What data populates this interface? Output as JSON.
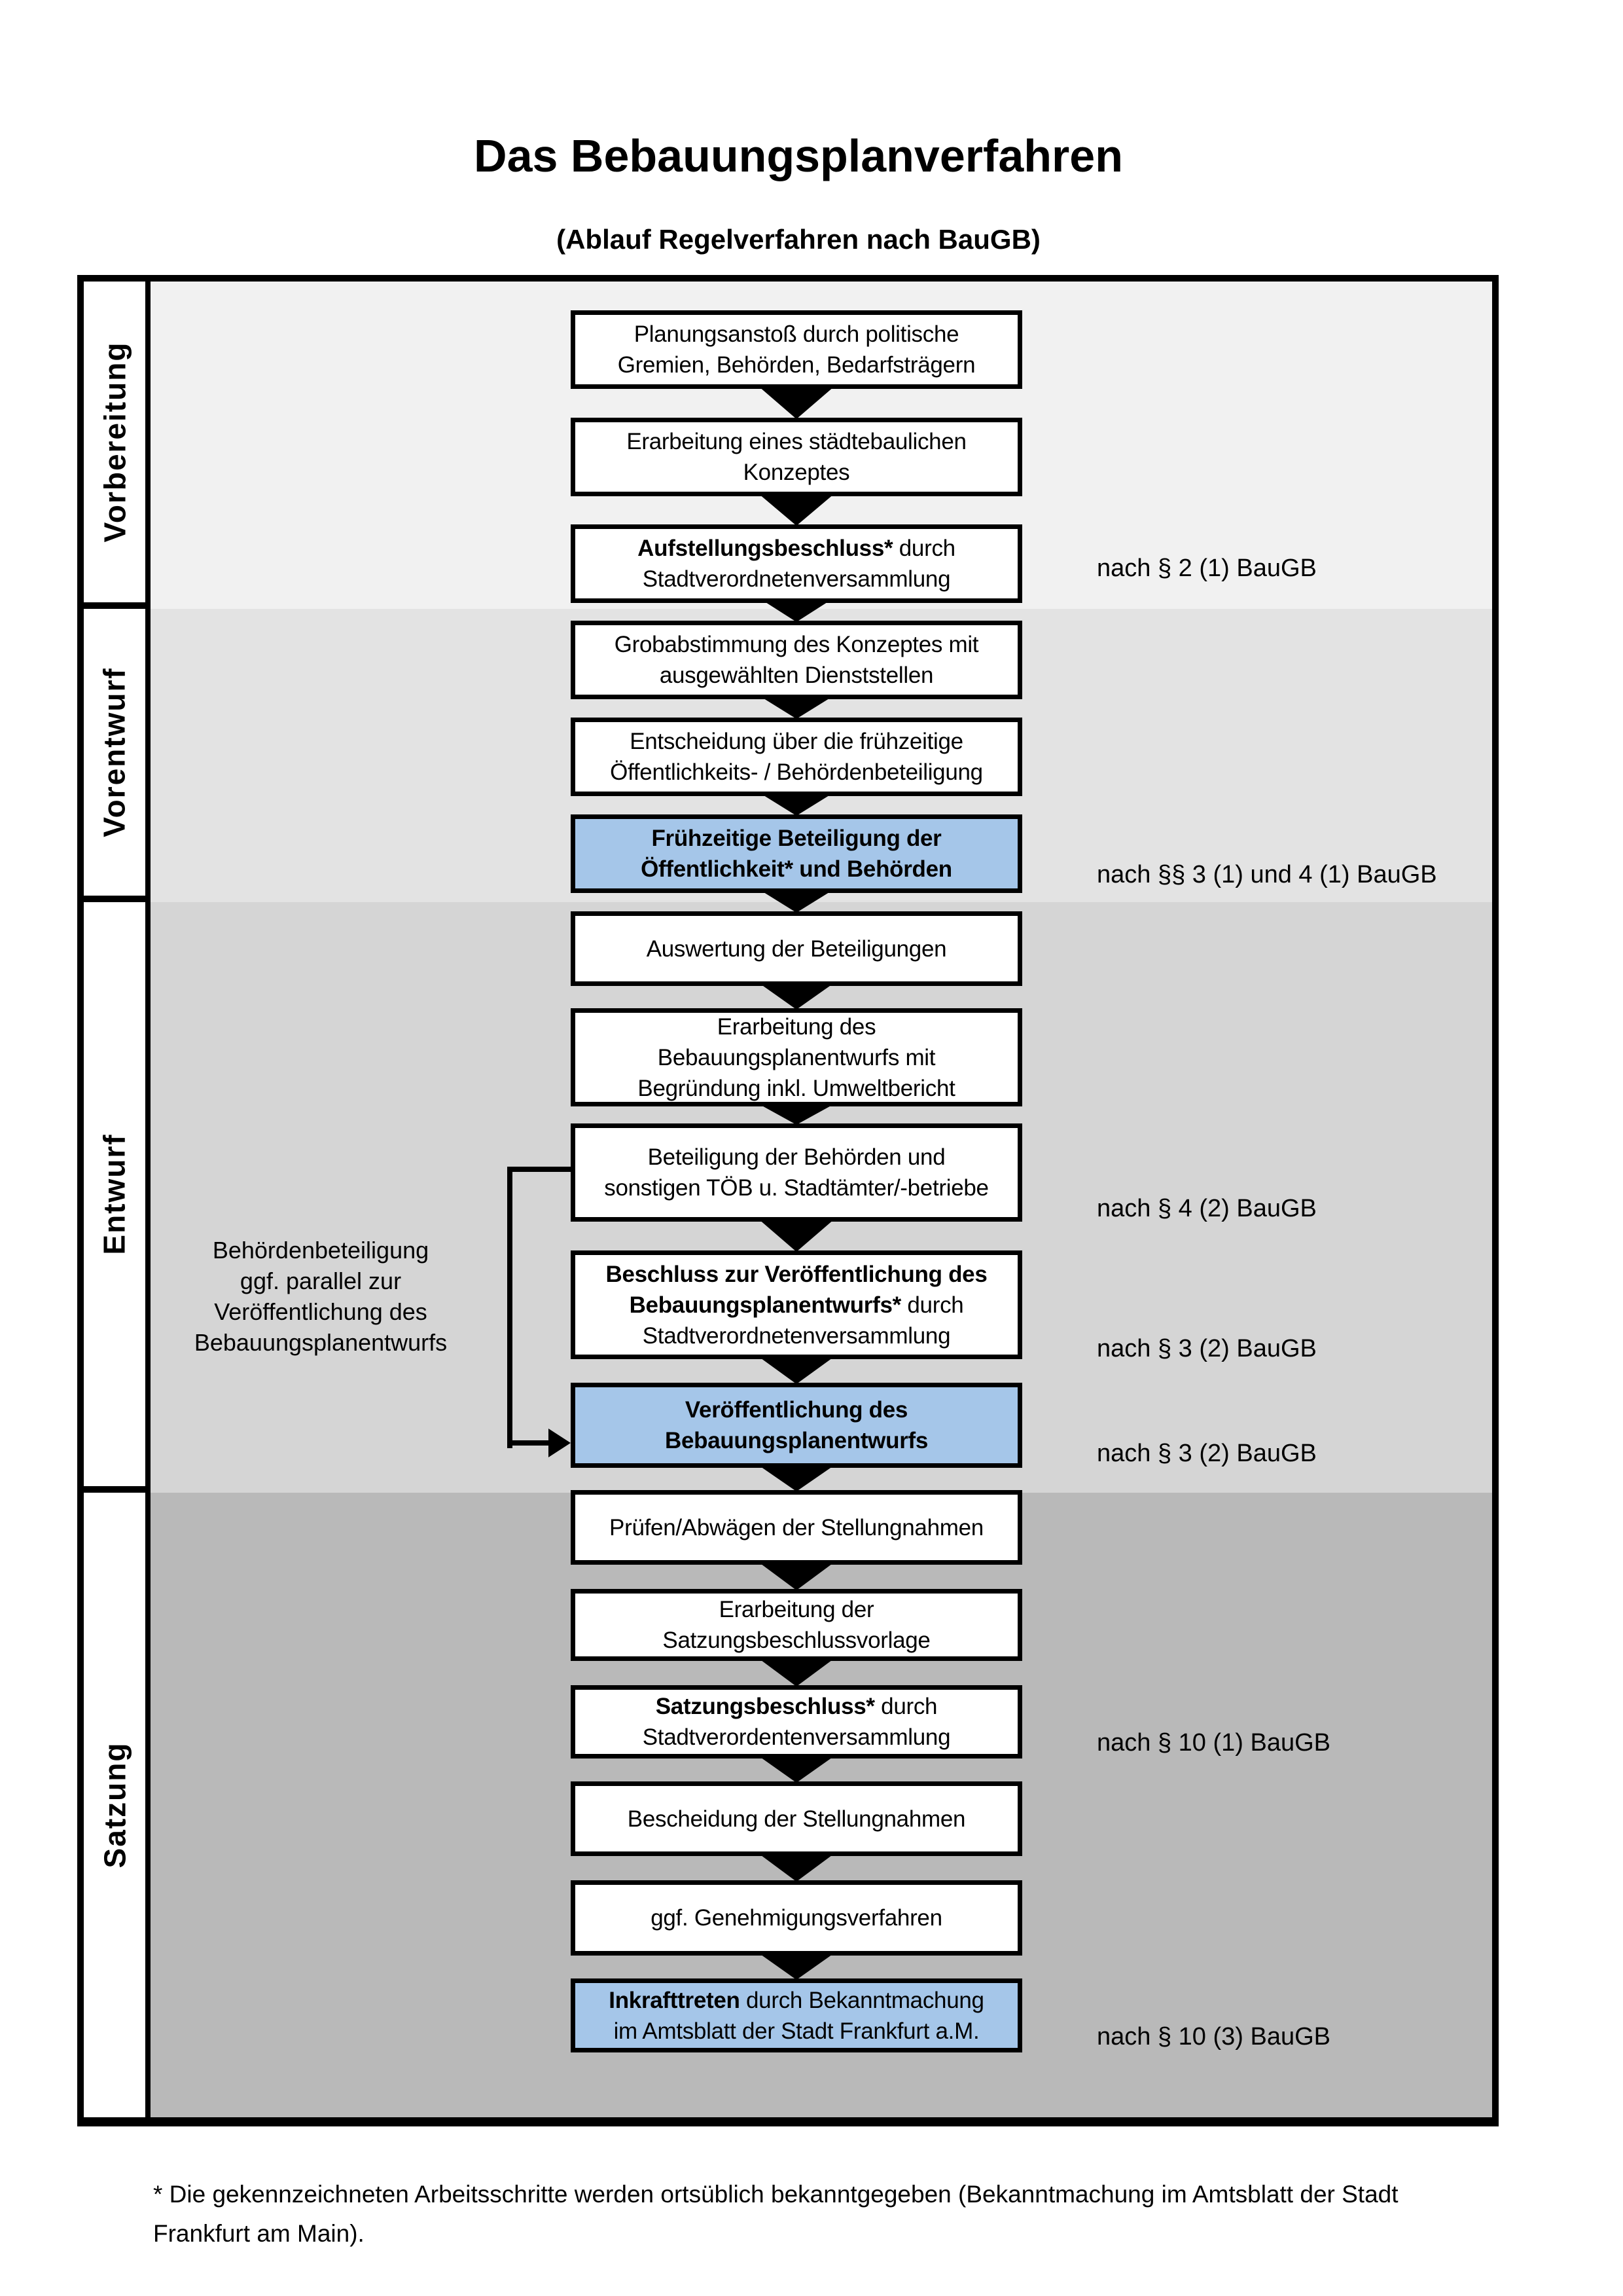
{
  "title": "Das Bebauungsplanverfahren",
  "subtitle": "(Ablauf Regelverfahren nach BauGB)",
  "colors": {
    "highlight_blue": "#a5c6e9",
    "section_vorbereitung": "#f1f1f1",
    "section_vorentwurf": "#e3e3e3",
    "section_entwurf": "#d5d5d5",
    "section_satzung": "#b9b9b9",
    "line_black": "#000000"
  },
  "sections": [
    {
      "label": "Vorbereitung"
    },
    {
      "label": "Vorentwurf"
    },
    {
      "label": "Entwurf"
    },
    {
      "label": "Satzung"
    }
  ],
  "flow": {
    "boxes": [
      {
        "style": "white",
        "lines": [
          [
            {
              "t": "Planungsanstoß durch politische"
            }
          ],
          [
            {
              "t": "Gremien, Behörden, Bedarfsträgern"
            }
          ]
        ]
      },
      {
        "style": "white",
        "lines": [
          [
            {
              "t": "Erarbeitung eines städtebaulichen"
            }
          ],
          [
            {
              "t": "Konzeptes"
            }
          ]
        ]
      },
      {
        "style": "white",
        "lines": [
          [
            {
              "t": "Aufstellungsbeschluss*",
              "b": 1
            },
            {
              "t": " durch"
            }
          ],
          [
            {
              "t": "Stadtverordnetenversammlung"
            }
          ]
        ]
      },
      {
        "style": "white",
        "lines": [
          [
            {
              "t": "Grobabstimmung des Konzeptes mit"
            }
          ],
          [
            {
              "t": "ausgewählten Dienststellen"
            }
          ]
        ]
      },
      {
        "style": "white",
        "lines": [
          [
            {
              "t": "Entscheidung über die frühzeitige"
            }
          ],
          [
            {
              "t": "Öffentlichkeits- / Behördenbeteiligung"
            }
          ]
        ]
      },
      {
        "style": "blue",
        "lines": [
          [
            {
              "t": "Frühzeitige Beteiligung der",
              "b": 1
            }
          ],
          [
            {
              "t": "Öffentlichkeit* und Behörden",
              "b": 1
            }
          ]
        ]
      },
      {
        "style": "white",
        "lines": [
          [
            {
              "t": "Auswertung der Beteiligungen"
            }
          ]
        ]
      },
      {
        "style": "white",
        "lines": [
          [
            {
              "t": "Erarbeitung des"
            }
          ],
          [
            {
              "t": "Bebauungsplanentwurfs mit"
            }
          ],
          [
            {
              "t": "Begründung inkl. Umweltbericht"
            }
          ]
        ]
      },
      {
        "style": "white",
        "lines": [
          [
            {
              "t": "Beteiligung der Behörden und"
            }
          ],
          [
            {
              "t": "sonstigen TÖB u. Stadtämter/-betriebe"
            }
          ]
        ]
      },
      {
        "style": "white",
        "lines": [
          [
            {
              "t": "Beschluss zur Veröffentlichung des",
              "b": 1
            }
          ],
          [
            {
              "t": "Bebauungsplanentwurfs*",
              "b": 1
            },
            {
              "t": " durch"
            }
          ],
          [
            {
              "t": "Stadtverordnetenversammlung"
            }
          ]
        ]
      },
      {
        "style": "blue",
        "lines": [
          [
            {
              "t": "Veröffentlichung des",
              "b": 1
            }
          ],
          [
            {
              "t": "Bebauungsplanentwurfs",
              "b": 1
            }
          ]
        ]
      },
      {
        "style": "white",
        "lines": [
          [
            {
              "t": "Prüfen/Abwägen der Stellungnahmen"
            }
          ]
        ]
      },
      {
        "style": "white",
        "lines": [
          [
            {
              "t": "Erarbeitung der"
            }
          ],
          [
            {
              "t": "Satzungsbeschlussvorlage"
            }
          ]
        ]
      },
      {
        "style": "white",
        "lines": [
          [
            {
              "t": "Satzungsbeschluss*",
              "b": 1
            },
            {
              "t": " durch"
            }
          ],
          [
            {
              "t": "Stadtverordentenversammlung"
            }
          ]
        ]
      },
      {
        "style": "white",
        "lines": [
          [
            {
              "t": "Bescheidung der Stellungnahmen"
            }
          ]
        ]
      },
      {
        "style": "white",
        "lines": [
          [
            {
              "t": "ggf. Genehmigungsverfahren"
            }
          ]
        ]
      },
      {
        "style": "blue",
        "lines": [
          [
            {
              "t": "Inkrafttreten",
              "b": 1
            },
            {
              "t": " durch Bekanntmachung"
            }
          ],
          [
            {
              "t": "im Amtsblatt der Stadt Frankfurt a.M."
            }
          ]
        ]
      }
    ]
  },
  "annotations": [
    {
      "text": "nach § 2 (1) BauGB"
    },
    {
      "text": "nach §§ 3 (1) und 4 (1) BauGB"
    },
    {
      "text": "nach § 4 (2) BauGB"
    },
    {
      "text": "nach § 3 (2) BauGB"
    },
    {
      "text": "nach § 3 (2) BauGB"
    },
    {
      "text": "nach § 10 (1) BauGB"
    },
    {
      "text": "nach § 10 (3) BauGB"
    }
  ],
  "side_note": {
    "lines": [
      "Behördenbeteiligung",
      "ggf. parallel zur",
      "Veröffentlichung des",
      "Bebauungsplanentwurfs"
    ]
  },
  "footnote": {
    "lines": [
      "* Die gekennzeichneten Arbeitsschritte werden ortsüblich bekanntgegeben (Bekanntmachung im Amtsblatt  der Stadt",
      "Frankfurt am Main)."
    ]
  }
}
